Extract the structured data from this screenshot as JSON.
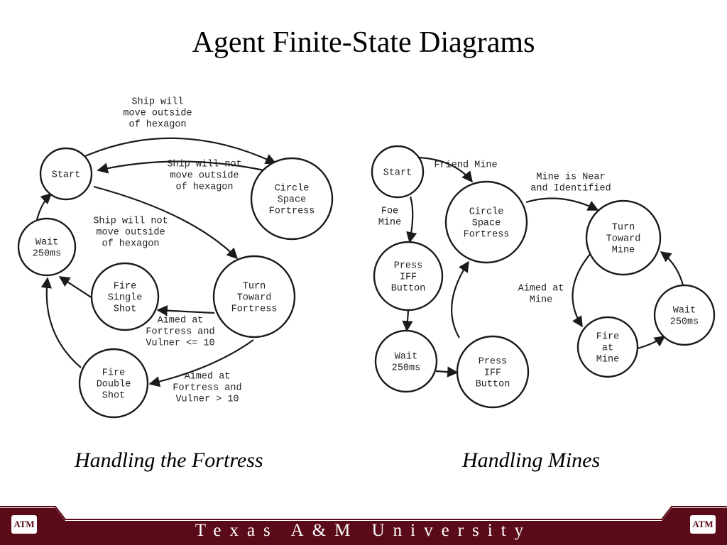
{
  "title": "Agent Finite-State Diagrams",
  "colors": {
    "accent": "#5b0a1a"
  },
  "diagrams": [
    {
      "caption": "Handling the Fortress",
      "nodes": [
        {
          "id": "start",
          "lines": [
            "Start"
          ]
        },
        {
          "id": "circle",
          "lines": [
            "Circle",
            "Space",
            "Fortress"
          ]
        },
        {
          "id": "wait",
          "lines": [
            "Wait",
            "250ms"
          ]
        },
        {
          "id": "fire-single",
          "lines": [
            "Fire",
            "Single",
            "Shot"
          ]
        },
        {
          "id": "turn",
          "lines": [
            "Turn",
            "Toward",
            "Fortress"
          ]
        },
        {
          "id": "fire-double",
          "lines": [
            "Fire",
            "Double",
            "Shot"
          ]
        }
      ],
      "edges": [
        {
          "from": "start",
          "to": "circle",
          "label": [
            "Ship will",
            "move outside",
            "of hexagon"
          ]
        },
        {
          "from": "circle",
          "to": "start",
          "label": [
            "Ship will not",
            "move outside",
            "of hexagon"
          ]
        },
        {
          "from": "start",
          "to": "turn",
          "label": [
            "Ship will not",
            "move outside",
            "of hexagon"
          ]
        },
        {
          "from": "turn",
          "to": "fire-single",
          "label": [
            "Aimed at",
            "Fortress and",
            "Vulner <= 10"
          ]
        },
        {
          "from": "turn",
          "to": "fire-double",
          "label": [
            "Aimed at",
            "Fortress and",
            "Vulner > 10"
          ]
        },
        {
          "from": "fire-single",
          "to": "wait",
          "label": []
        },
        {
          "from": "fire-double",
          "to": "wait",
          "label": []
        },
        {
          "from": "wait",
          "to": "start",
          "label": []
        }
      ]
    },
    {
      "caption": "Handling Mines",
      "nodes": [
        {
          "id": "start",
          "lines": [
            "Start"
          ]
        },
        {
          "id": "circle",
          "lines": [
            "Circle",
            "Space",
            "Fortress"
          ]
        },
        {
          "id": "turn",
          "lines": [
            "Turn",
            "Toward",
            "Mine"
          ]
        },
        {
          "id": "press1",
          "lines": [
            "Press",
            "IFF",
            "Button"
          ]
        },
        {
          "id": "wait1",
          "lines": [
            "Wait",
            "250ms"
          ]
        },
        {
          "id": "press2",
          "lines": [
            "Press",
            "IFF",
            "Button"
          ]
        },
        {
          "id": "fire",
          "lines": [
            "Fire",
            "at",
            "Mine"
          ]
        },
        {
          "id": "wait2",
          "lines": [
            "Wait",
            "250ms"
          ]
        }
      ],
      "edges": [
        {
          "from": "start",
          "to": "circle",
          "label": [
            "Friend Mine"
          ]
        },
        {
          "from": "start",
          "to": "press1",
          "label": [
            "Foe",
            "Mine"
          ]
        },
        {
          "from": "circle",
          "to": "turn",
          "label": [
            "Mine is Near",
            "and Identified"
          ]
        },
        {
          "from": "press1",
          "to": "wait1",
          "label": []
        },
        {
          "from": "wait1",
          "to": "press2",
          "label": []
        },
        {
          "from": "press2",
          "to": "circle",
          "label": []
        },
        {
          "from": "turn",
          "to": "fire",
          "label": [
            "Aimed at",
            "Mine"
          ]
        },
        {
          "from": "fire",
          "to": "wait2",
          "label": []
        },
        {
          "from": "wait2",
          "to": "turn",
          "label": []
        }
      ]
    }
  ],
  "footer": {
    "text": "Texas A&M University",
    "logo_left": "ATM",
    "logo_right": "ATM"
  }
}
